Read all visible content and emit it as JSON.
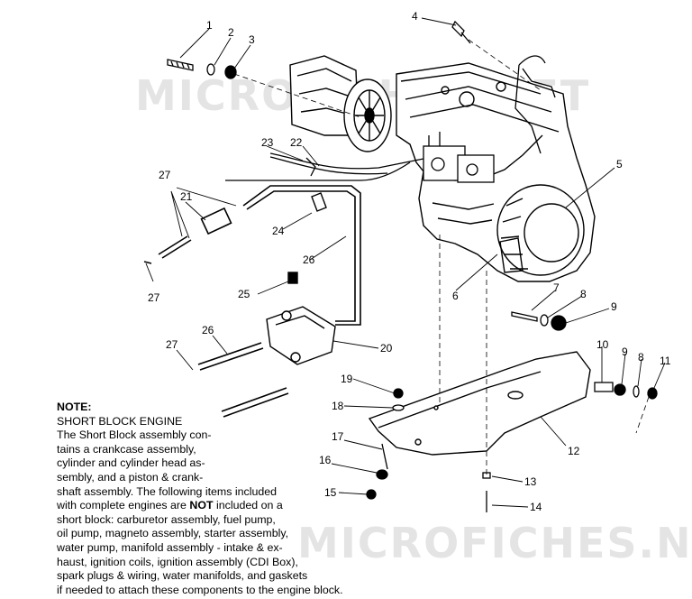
{
  "watermark": {
    "top": "MICROFICHES.NET",
    "bottom": "MICROFICHES.NET"
  },
  "callouts": [
    "1",
    "2",
    "3",
    "4",
    "5",
    "6",
    "7",
    "8",
    "9",
    "10",
    "9",
    "8",
    "11",
    "12",
    "13",
    "14",
    "15",
    "16",
    "17",
    "18",
    "19",
    "20",
    "21",
    "22",
    "23",
    "24",
    "25",
    "26",
    "26",
    "27",
    "27",
    "27"
  ],
  "note": {
    "heading": "NOTE:",
    "title": "SHORT BLOCK ENGINE",
    "lines": [
      "The Short Block assembly con-",
      "tains a crankcase assembly,",
      "cylinder and cylinder head as-",
      "sembly, and a piston & crank-",
      "shaft assembly.  The following items included"
    ],
    "line_pre": "with complete engines are ",
    "line_emph": "NOT",
    "line_post": " included on a",
    "lines_after": [
      "short block:  carburetor assembly, fuel pump,",
      "oil pump, magneto assembly, starter assembly,",
      "water pump, manifold assembly - intake & ex-",
      "haust, ignition coils, ignition assembly (CDI Box),",
      "spark plugs & wiring, water manifolds, and gaskets",
      "if needed to attach these components to the engine block."
    ]
  }
}
